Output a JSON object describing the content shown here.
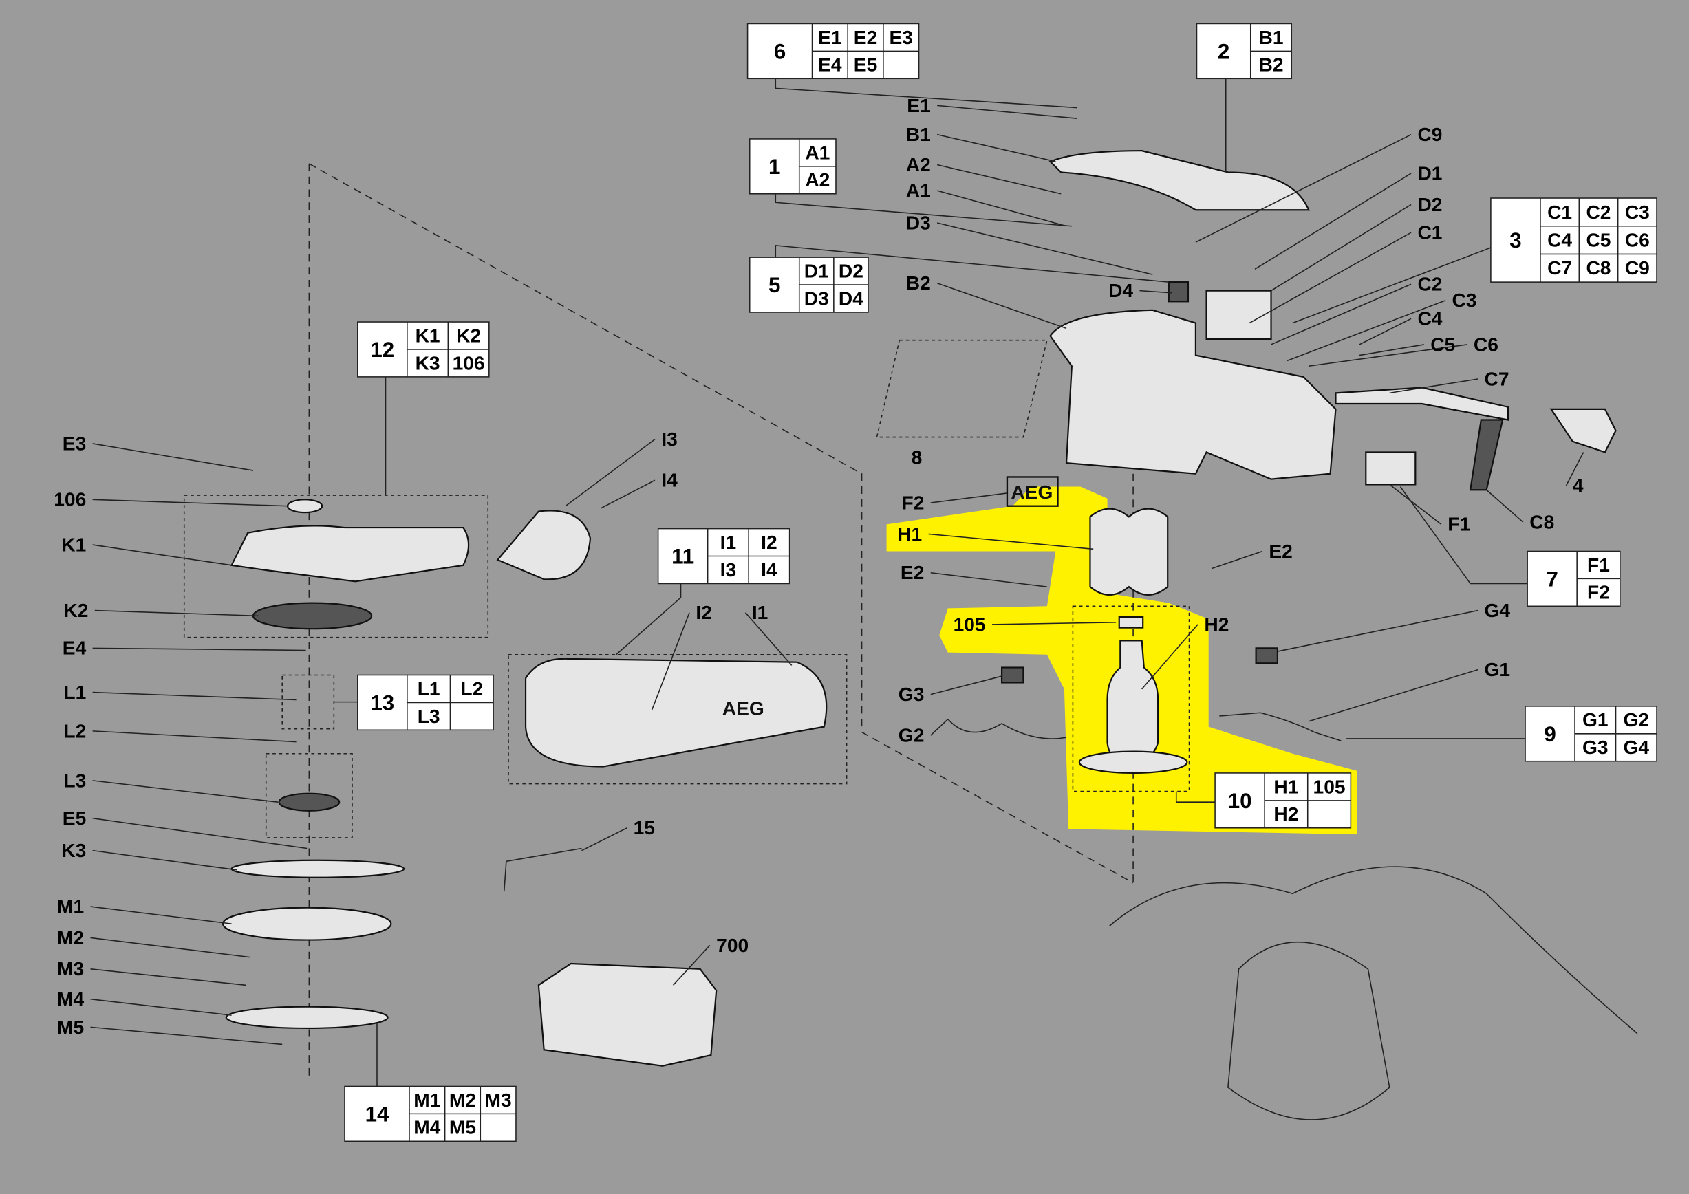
{
  "diagram": {
    "highlight_color": "#fff200",
    "background_color": "#9b9b9b",
    "logos": {
      "f2_badge": "AEG",
      "dust_bag": "AEG"
    },
    "labels": [
      "E3",
      "106",
      "K1",
      "K2",
      "E4",
      "L1",
      "L2",
      "L3",
      "E5",
      "K3",
      "M1",
      "M2",
      "M3",
      "M4",
      "M5",
      "I3",
      "I4",
      "I2",
      "I1",
      "15",
      "700",
      "8",
      "E1",
      "B1",
      "A2",
      "A1",
      "D3",
      "B2",
      "D4",
      "C9",
      "D1",
      "D2",
      "C1",
      "C2",
      "C3",
      "C4",
      "C5",
      "C6",
      "C7",
      "F2",
      "H1",
      "E2",
      "E2",
      "105",
      "H2",
      "G3",
      "G2",
      "G4",
      "G1",
      "4",
      "F1",
      "C8"
    ],
    "kits": [
      {
        "number": "6",
        "rows": [
          [
            "E1",
            "E2",
            "E3"
          ],
          [
            "E4",
            "E5",
            ""
          ]
        ]
      },
      {
        "number": "2",
        "rows": [
          [
            "B1"
          ],
          [
            "B2"
          ]
        ]
      },
      {
        "number": "1",
        "rows": [
          [
            "A1"
          ],
          [
            "A2"
          ]
        ]
      },
      {
        "number": "5",
        "rows": [
          [
            "D1",
            "D2"
          ],
          [
            "D3",
            "D4"
          ]
        ]
      },
      {
        "number": "3",
        "rows": [
          [
            "C1",
            "C2",
            "C3"
          ],
          [
            "C4",
            "C5",
            "C6"
          ],
          [
            "C7",
            "C8",
            "C9"
          ]
        ]
      },
      {
        "number": "12",
        "rows": [
          [
            "K1",
            "K2"
          ],
          [
            "K3",
            "106"
          ]
        ]
      },
      {
        "number": "11",
        "rows": [
          [
            "I1",
            "I2"
          ],
          [
            "I3",
            "I4"
          ]
        ]
      },
      {
        "number": "13",
        "rows": [
          [
            "L1",
            "L2"
          ],
          [
            "L3",
            ""
          ]
        ]
      },
      {
        "number": "7",
        "rows": [
          [
            "F1"
          ],
          [
            "F2"
          ]
        ]
      },
      {
        "number": "9",
        "rows": [
          [
            "G1",
            "G2"
          ],
          [
            "G3",
            "G4"
          ]
        ]
      },
      {
        "number": "10",
        "rows": [
          [
            "H1",
            "105"
          ],
          [
            "H2",
            ""
          ]
        ]
      },
      {
        "number": "14",
        "rows": [
          [
            "M1",
            "M2",
            "M3"
          ],
          [
            "M4",
            "M5",
            ""
          ]
        ]
      }
    ]
  }
}
